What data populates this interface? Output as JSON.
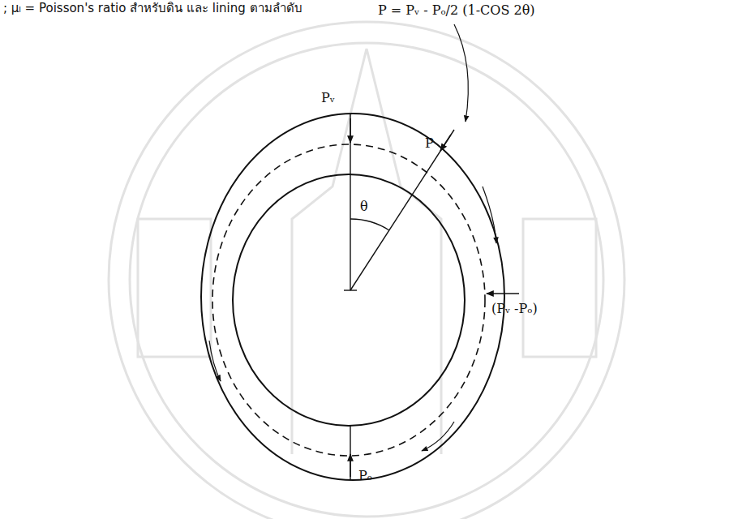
{
  "diagram": {
    "labels": [
      "; μₗ = Poisson's ratio สำหรับดิน และ lining ตามลำดับ",
      "P = Pᵥ - Pₒ/2 (1-COS 2θ)",
      "Pᵥ",
      "P",
      "θ",
      "(Pᵥ -Pₒ)",
      "Pₒ"
    ]
  }
}
